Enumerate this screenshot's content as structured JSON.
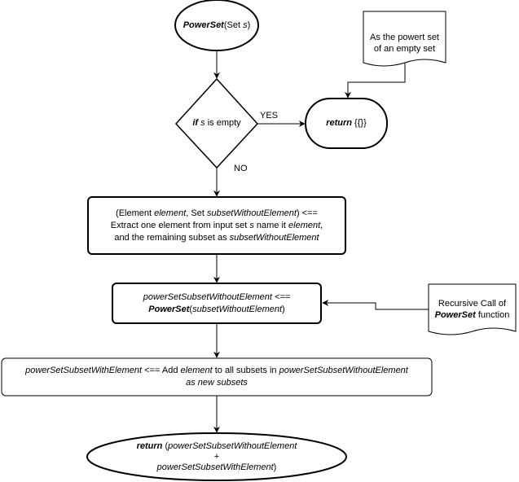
{
  "nodes": {
    "start": {
      "name": "PowerSet",
      "rest": "(Set ",
      "param": "s",
      "close": ")"
    },
    "decision": {
      "if_kw": "if",
      "var": "s",
      "text": " is empty"
    },
    "base_return": {
      "kw": "return",
      "value": " {{}}"
    },
    "base_note": {
      "line1": "As the powert set",
      "line2": "of an empty set"
    },
    "extract": {
      "l1_a": "(Element ",
      "l1_b": "element",
      "l1_c": ", Set ",
      "l1_d": "subsetWithoutElement",
      "l1_e": ") <==",
      "l2_a": "Extract one element from input set ",
      "l2_b": "s",
      "l2_c": " name it ",
      "l2_d": "element",
      "l2_e": ",",
      "l3_a": "and the remaining subset as ",
      "l3_b": "subsetWithoutElement"
    },
    "recursive": {
      "l1": "powerSetSubsetWithoutElement <==",
      "l2_a": "PowerSet",
      "l2_b": "(",
      "l2_c": "subsetWithoutElement",
      "l2_d": ")"
    },
    "recursive_note": {
      "line1": "Recursive Call of",
      "line2_a": "PowerSet",
      "line2_b": " function"
    },
    "add": {
      "l1_a": "powerSetSubsetWithElement",
      "l1_b": " <== Add ",
      "l1_c": "element",
      "l1_d": " to all subsets in ",
      "l1_e": "powerSetSubsetWithoutElement",
      "l2": "as new subsets"
    },
    "final_return": {
      "l1_a": "return",
      "l1_b": " (",
      "l1_c": "powerSetSubsetWithoutElement",
      "l2": "+",
      "l3_a": "powerSetSubsetWithElement",
      "l3_b": ")"
    }
  },
  "edges": {
    "yes_label": "YES",
    "no_label": "NO"
  }
}
